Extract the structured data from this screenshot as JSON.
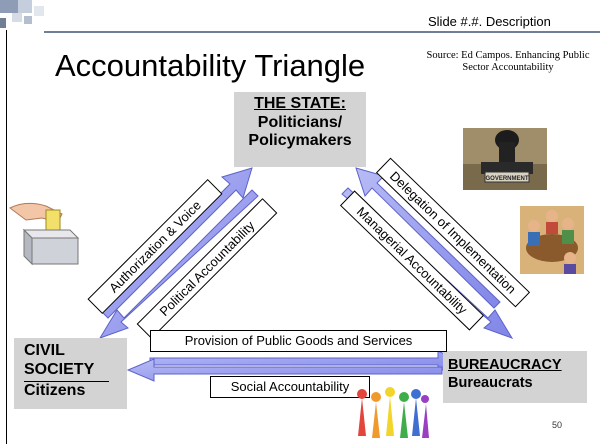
{
  "slide_description": "Slide #.#. Description",
  "title": "Accountability Triangle",
  "source": "Source: Ed Campos. Enhancing Public Sector Accountability",
  "state": {
    "heading": "THE STATE:",
    "line1": "Politicians/",
    "line2": "Policymakers"
  },
  "civil_society": {
    "line1": "CIVIL",
    "line2": "SOCIETY",
    "line3": "Citizens"
  },
  "bureaucracy": {
    "heading": "BUREAUCRACY",
    "subtitle": "Bureaucrats"
  },
  "arrow_labels": {
    "authorization_voice": "Authorization & Voice",
    "political_accountability": "Political Accountability",
    "delegation": "Delegation of Implementation",
    "managerial_accountability": "Managerial Accountability",
    "provision": "Provision of Public Goods and Services",
    "social_accountability": "Social Accountability"
  },
  "page_number": "50",
  "colors": {
    "arrow_fill": "#9a9ef0",
    "box_fill": "#d3d3d3",
    "arrow_stroke": "#5c63c9"
  }
}
